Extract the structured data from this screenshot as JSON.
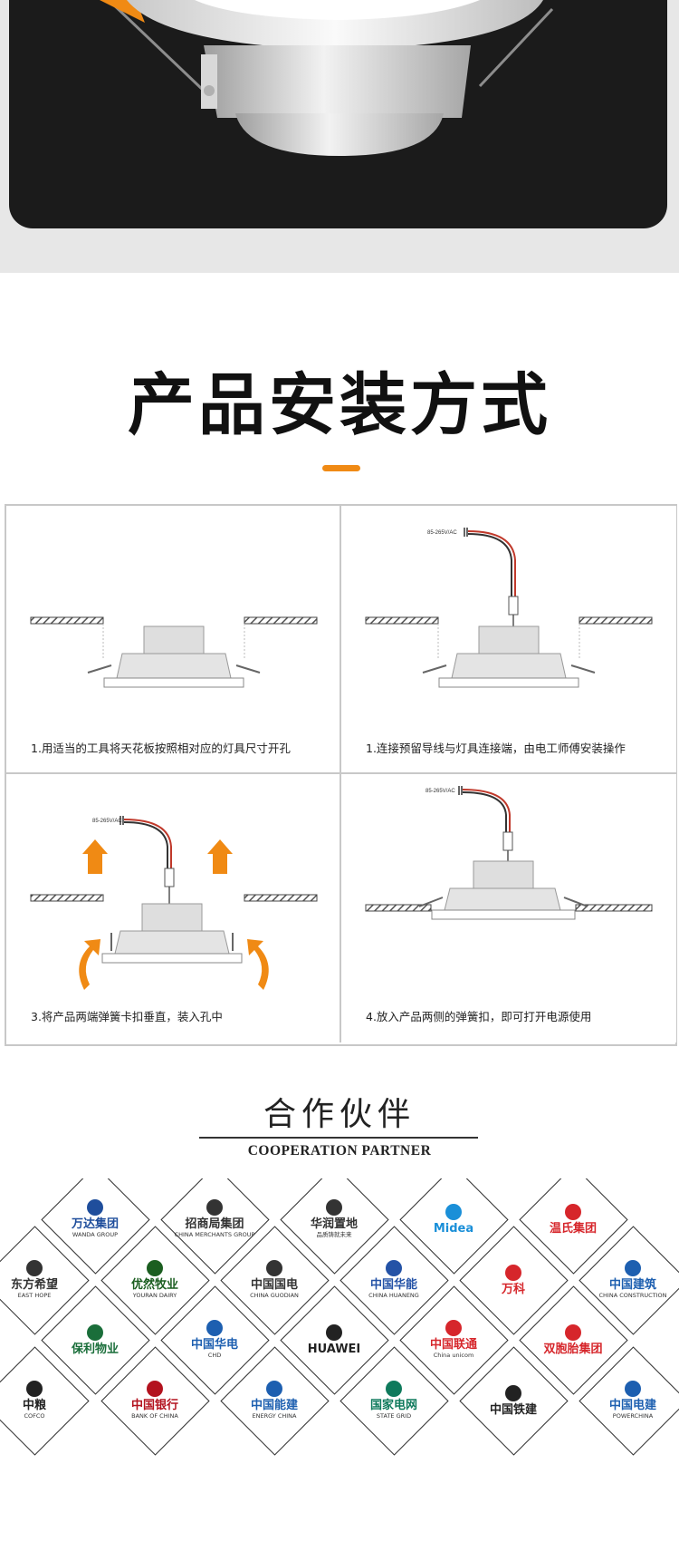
{
  "section_title": "产品安装方式",
  "steps": [
    {
      "caption": "1.连接预留导线与灯具连接端，由电工师傅安装操作"
    },
    {
      "caption": "1.用适当的工具将天花板按照相对应的灯具尺寸开孔"
    },
    {
      "caption": "3.将产品两端弹簧卡扣垂直，装入孔中"
    },
    {
      "caption": "4.放入产品两侧的弹簧扣，即可打开电源使用"
    }
  ],
  "voltage_label": "85-265V/AC",
  "partners": {
    "title": "合作伙伴",
    "subtitle": "COOPERATION PARTNER",
    "logos": [
      {
        "name": "万达集团",
        "sub": "WANDA GROUP",
        "color": "#1f4e9c"
      },
      {
        "name": "招商局集团",
        "sub": "CHINA MERCHANTS GROUP",
        "color": "#333333"
      },
      {
        "name": "华润置地",
        "sub": "品质铸就未来",
        "color": "#333333"
      },
      {
        "name": "Midea",
        "sub": "",
        "color": "#1a8fd8"
      },
      {
        "name": "温氏集团",
        "sub": "",
        "color": "#d6262b"
      },
      {
        "name": "东方希望",
        "sub": "EAST HOPE",
        "color": "#333333"
      },
      {
        "name": "优然牧业",
        "sub": "YOURAN DAIRY",
        "color": "#1b5e20"
      },
      {
        "name": "中国国电",
        "sub": "CHINA GUODIAN",
        "color": "#333333"
      },
      {
        "name": "中国华能",
        "sub": "CHINA HUANENG",
        "color": "#2452a6"
      },
      {
        "name": "万科",
        "sub": "",
        "color": "#d6262b"
      },
      {
        "name": "中国建筑",
        "sub": "CHINA CONSTRUCTION",
        "color": "#1d5fb0"
      },
      {
        "name": "保利物业",
        "sub": "",
        "color": "#1a6e3a"
      },
      {
        "name": "中国华电",
        "sub": "CHD",
        "color": "#1d5fb0"
      },
      {
        "name": "HUAWEI",
        "sub": "",
        "color": "#222222"
      },
      {
        "name": "中国联通",
        "sub": "China unicom",
        "color": "#d6262b"
      },
      {
        "name": "双胞胎集团",
        "sub": "",
        "color": "#d6262b"
      },
      {
        "name": "中粮",
        "sub": "COFCO",
        "color": "#222222"
      },
      {
        "name": "中国银行",
        "sub": "BANK OF CHINA",
        "color": "#b3121e"
      },
      {
        "name": "中国能建",
        "sub": "ENERGY CHINA",
        "color": "#1d5fb0"
      },
      {
        "name": "国家电网",
        "sub": "STATE GRID",
        "color": "#0f7a5c"
      },
      {
        "name": "中国铁建",
        "sub": "",
        "color": "#222222"
      },
      {
        "name": "中国电建",
        "sub": "POWERCHINA",
        "color": "#1d5fb0"
      }
    ]
  },
  "colors": {
    "accent": "#f08a14",
    "arrow": "#f08a14",
    "hero_bg": "#1b1b1b"
  }
}
